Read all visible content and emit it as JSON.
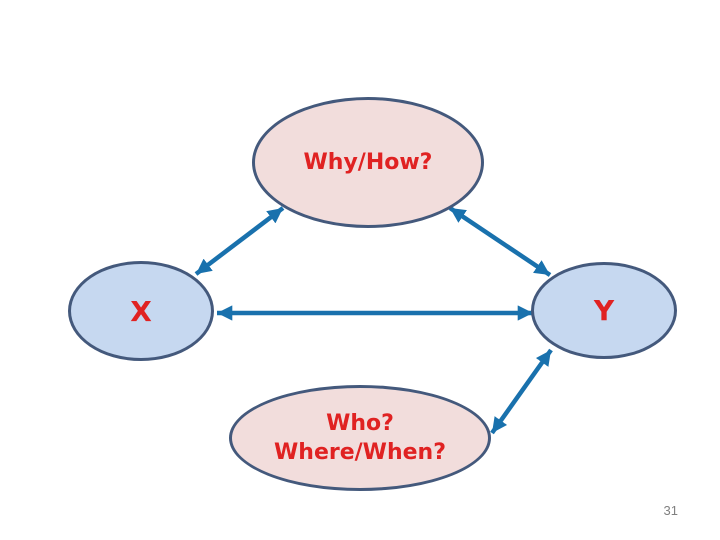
{
  "slide": {
    "page_number": "31",
    "background_color": "#ffffff"
  },
  "diagram": {
    "colors": {
      "node_border": "#44597c",
      "pink_fill": "#f2dddc",
      "blue_fill": "#c6d8f0",
      "arrow": "#1971ad",
      "label_text": "#e02222",
      "page_number_text": "#808080"
    },
    "nodes": [
      {
        "id": "why-how",
        "label": "Why/How?",
        "fill": "#f2dddc"
      },
      {
        "id": "x",
        "label": "X",
        "fill": "#c6d8f0"
      },
      {
        "id": "y",
        "label": "Y",
        "fill": "#c6d8f0"
      },
      {
        "id": "who-where-when",
        "label_line1": "Who?",
        "label_line2": "Where/When?",
        "fill": "#f2dddc"
      }
    ],
    "connectors": [
      {
        "from": "why-how",
        "to": "x",
        "double_headed": true
      },
      {
        "from": "why-how",
        "to": "y",
        "double_headed": true
      },
      {
        "from": "x",
        "to": "y",
        "double_headed": true
      },
      {
        "from": "y",
        "to": "who-where-when",
        "double_headed": true
      }
    ]
  }
}
